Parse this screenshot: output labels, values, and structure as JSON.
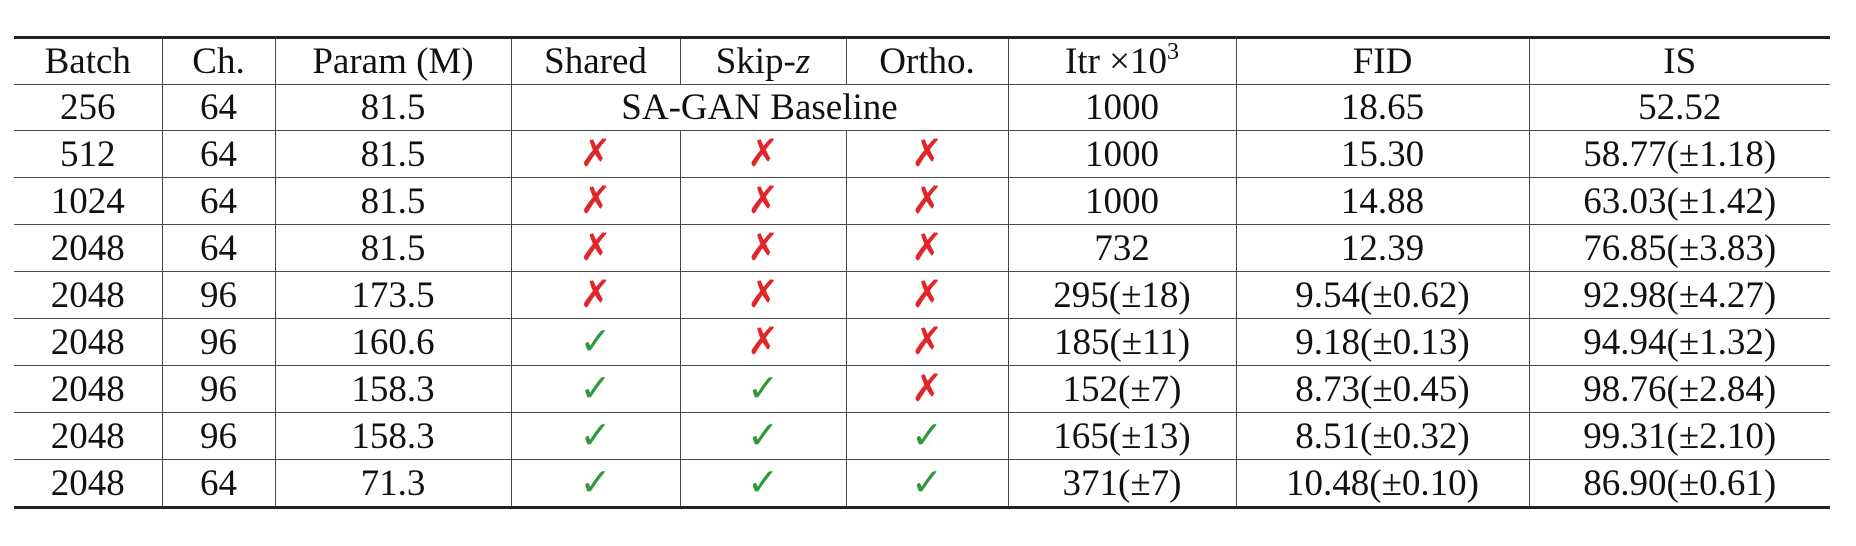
{
  "table": {
    "headers": [
      "Batch",
      "Ch.",
      "Param (M)",
      "Shared",
      "Skip-",
      "Ortho.",
      "Itr ×10",
      "FID",
      "IS"
    ],
    "header_skip_var": "z",
    "header_itr_exp": "3",
    "mark_glyphs": {
      "yes": "✓",
      "no": "✗"
    },
    "colors": {
      "yes": "#2e9a3a",
      "no": "#e1262a"
    },
    "rows": [
      {
        "batch": "256",
        "ch": "64",
        "param": "81.5",
        "baseline": "SA-GAN Baseline",
        "itr": "1000",
        "fid": "18.65",
        "is": "52.52"
      },
      {
        "batch": "512",
        "ch": "64",
        "param": "81.5",
        "shared": "no",
        "skip": "no",
        "ortho": "no",
        "itr": "1000",
        "fid": "15.30",
        "is": "58.77(±1.18)"
      },
      {
        "batch": "1024",
        "ch": "64",
        "param": "81.5",
        "shared": "no",
        "skip": "no",
        "ortho": "no",
        "itr": "1000",
        "fid": "14.88",
        "is": "63.03(±1.42)"
      },
      {
        "batch": "2048",
        "ch": "64",
        "param": "81.5",
        "shared": "no",
        "skip": "no",
        "ortho": "no",
        "itr": "732",
        "fid": "12.39",
        "is": "76.85(±3.83)"
      },
      {
        "batch": "2048",
        "ch": "96",
        "param": "173.5",
        "shared": "no",
        "skip": "no",
        "ortho": "no",
        "itr": "295(±18)",
        "fid": "9.54(±0.62)",
        "is": "92.98(±4.27)"
      },
      {
        "batch": "2048",
        "ch": "96",
        "param": "160.6",
        "shared": "yes",
        "skip": "no",
        "ortho": "no",
        "itr": "185(±11)",
        "fid": "9.18(±0.13)",
        "is": "94.94(±1.32)"
      },
      {
        "batch": "2048",
        "ch": "96",
        "param": "158.3",
        "shared": "yes",
        "skip": "yes",
        "ortho": "no",
        "itr": "152(±7)",
        "fid": "8.73(±0.45)",
        "is": "98.76(±2.84)"
      },
      {
        "batch": "2048",
        "ch": "96",
        "param": "158.3",
        "shared": "yes",
        "skip": "yes",
        "ortho": "yes",
        "itr": "165(±13)",
        "fid": "8.51(±0.32)",
        "is": "99.31(±2.10)"
      },
      {
        "batch": "2048",
        "ch": "64",
        "param": "71.3",
        "shared": "yes",
        "skip": "yes",
        "ortho": "yes",
        "itr": "371(±7)",
        "fid": "10.48(±0.10)",
        "is": "86.90(±0.61)"
      }
    ]
  }
}
